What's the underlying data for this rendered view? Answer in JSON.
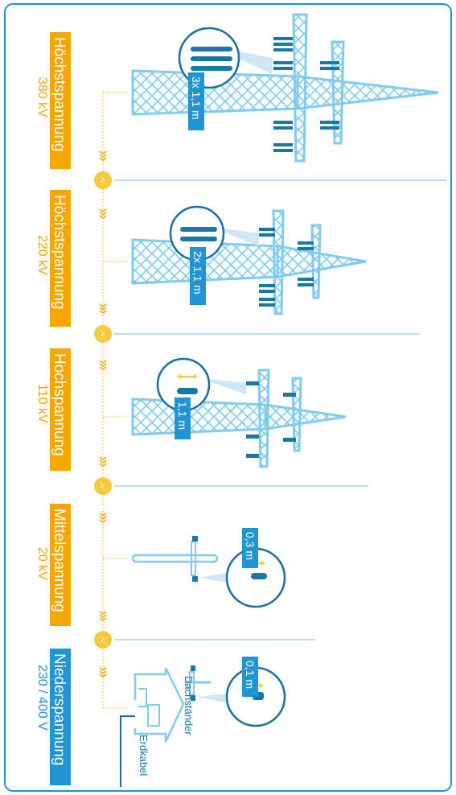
{
  "colors": {
    "border": "#1f95d6",
    "tower": "#7fcbf2",
    "insulator": "#1a78a8",
    "orange": "#f7a600",
    "blue_badge": "#1f95d6",
    "bolt": "#f8c93a",
    "lens": "#cfe7f6"
  },
  "levels": [
    {
      "id": "hs380",
      "name": "Höchstspannung",
      "voltage": "380 kV",
      "badge_color": "#f7a600",
      "distance": "3x 1,1 m"
    },
    {
      "id": "hs220",
      "name": "Höchstspannung",
      "voltage": "220 kV",
      "badge_color": "#f7a600",
      "distance": "2x 1,1 m"
    },
    {
      "id": "hoch110",
      "name": "Hochspannung",
      "voltage": "110 kV",
      "badge_color": "#f7a600",
      "distance": "1,1 m"
    },
    {
      "id": "mittel20",
      "name": "Mittelspannung",
      "voltage": "20 kV",
      "badge_color": "#f7a600",
      "distance": "0,3 m"
    },
    {
      "id": "nieder",
      "name": "Niederspannung",
      "voltage": "230 / 400 V",
      "badge_color": "#1f95d6",
      "distance": "0,1 m"
    }
  ],
  "labels": {
    "roof_mount": "Dachständer",
    "ground_cable": "Erdkabel"
  },
  "icons": {
    "transformer": "lightning-bolt-icon",
    "flow": "chevron-right-icon",
    "distance": "double-arrow-icon"
  }
}
